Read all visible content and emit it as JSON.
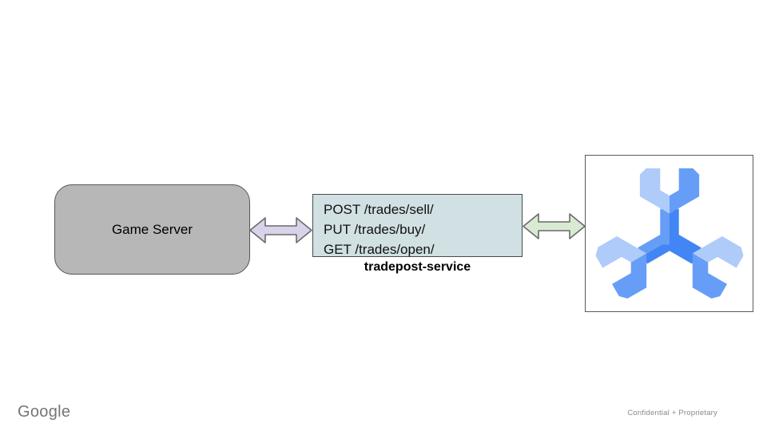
{
  "slide": {
    "background": "#ffffff",
    "diagram": {
      "game_server": {
        "label": "Game Server",
        "fill": "#b7b7b7"
      },
      "arrow_left": {
        "fill": "#d9d2e9",
        "stroke": "#6a6a6a"
      },
      "service": {
        "endpoints": [
          "POST /trades/sell/",
          "PUT /trades/buy/",
          "GET /trades/open/"
        ],
        "label": "tradepost-service",
        "fill": "#d0e0e3"
      },
      "arrow_right": {
        "fill": "#d9ead3",
        "stroke": "#6a6a6a"
      },
      "spanner": {
        "icon": "cloud-spanner",
        "colors": {
          "light": "#aecbfa",
          "medium": "#669df6",
          "dark": "#4285f4"
        }
      }
    },
    "footer": {
      "brand": "Google",
      "classification": "Confidential + Proprietary"
    }
  }
}
